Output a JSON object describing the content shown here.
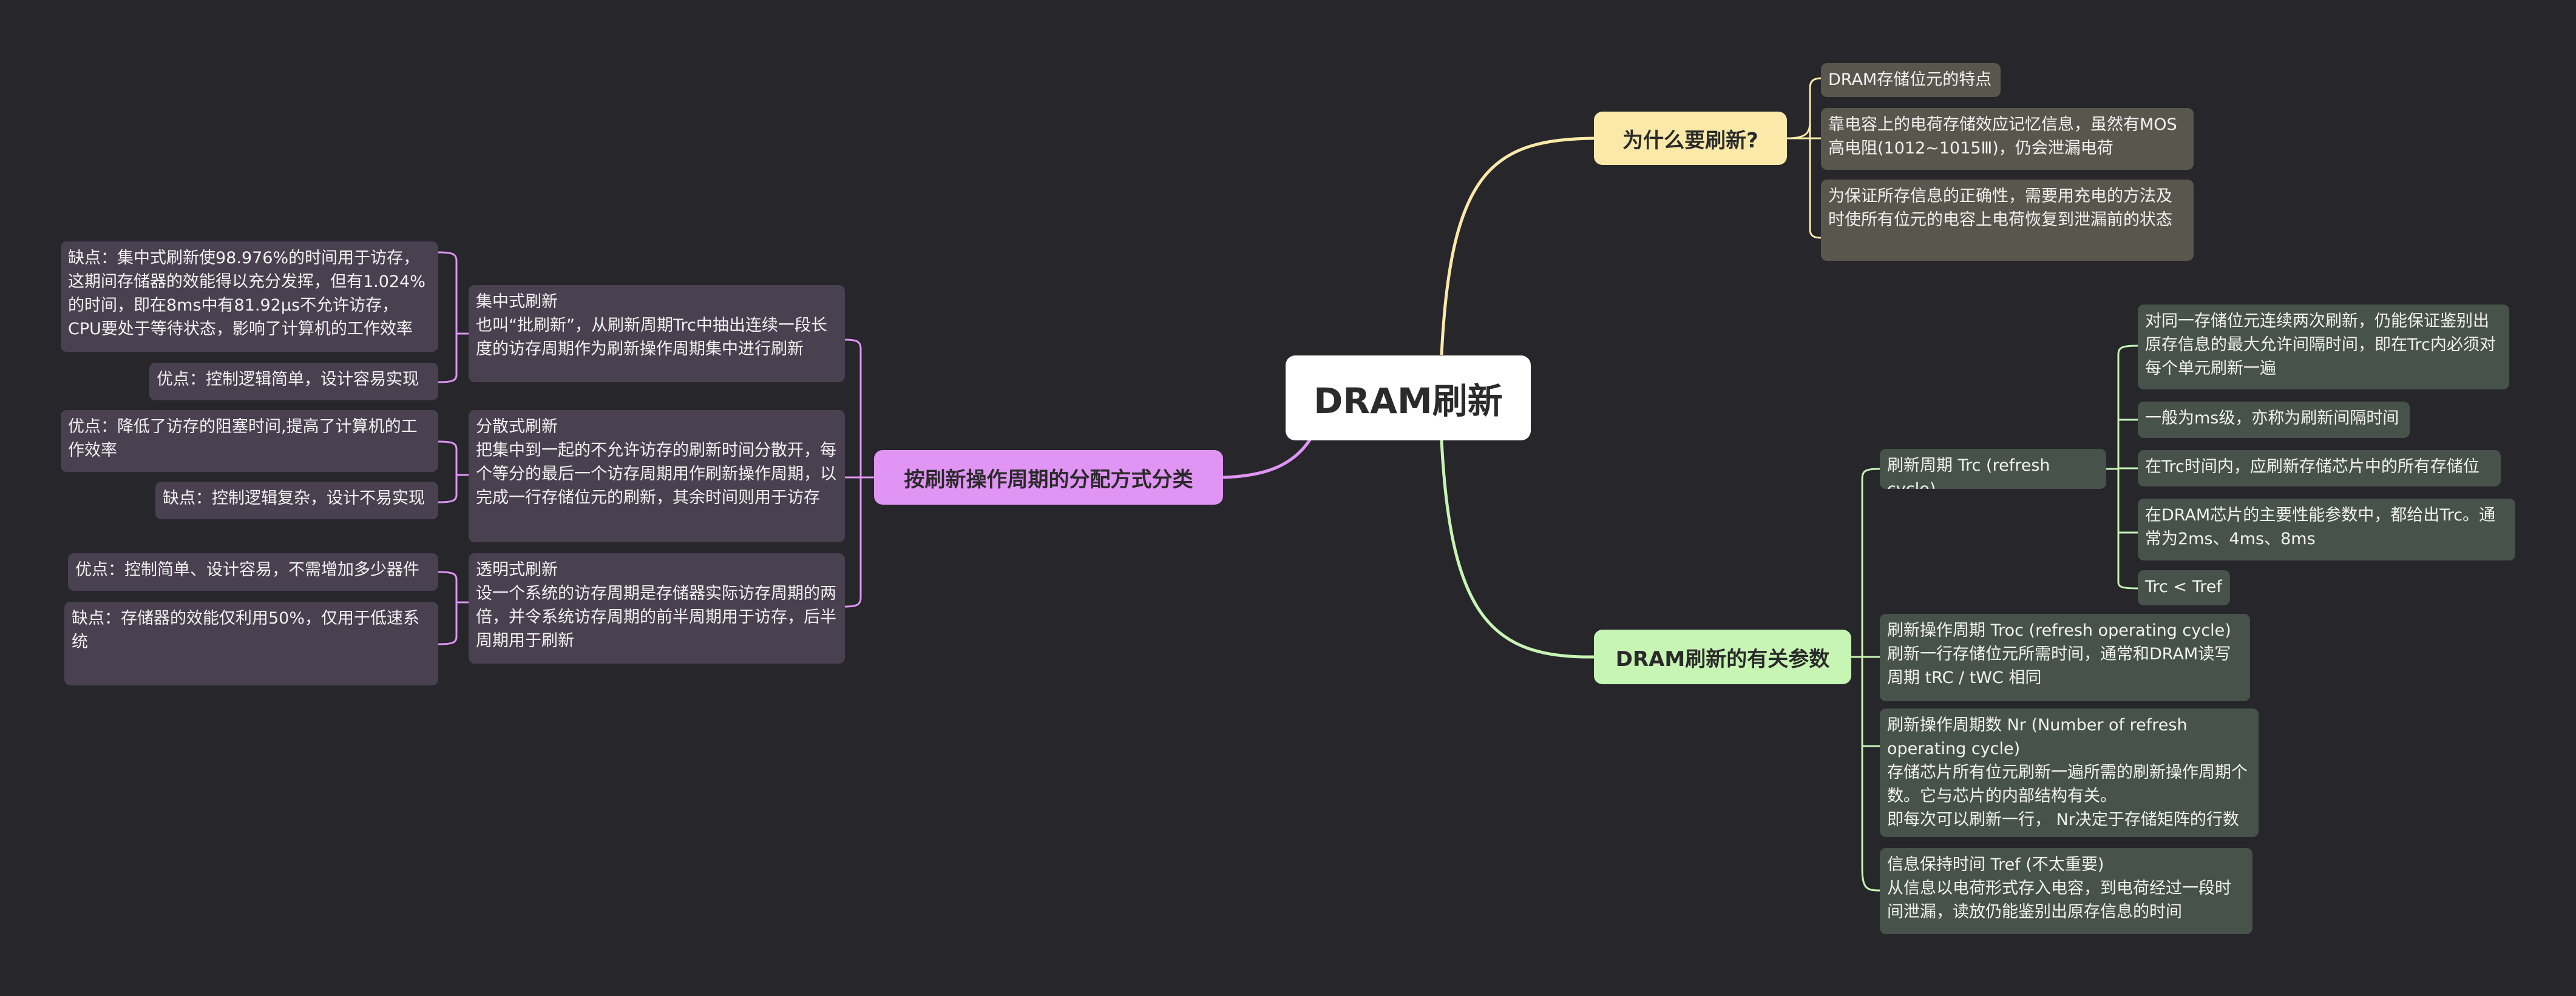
{
  "central": "DRAM刷新",
  "colors": {
    "background": "#26262b",
    "yellow": "#fbe9a9",
    "green": "#c7f5b4",
    "purple": "#e094f3"
  },
  "why": {
    "title": "为什么要刷新?",
    "n1": "DRAM存储位元的特点",
    "n2": "靠电容上的电荷存储效应记忆信息，虽然有MOS高电阻(1012~1015Ⅲ)，仍会泄漏电荷",
    "n3": "为保证所存信息的正确性，需要用充电的方法及时使所有位元的电容上电荷恢复到泄漏前的状态"
  },
  "params": {
    "title": "DRAM刷新的有关参数",
    "trc": {
      "label": "刷新周期 Trc (refresh cycle)",
      "c1": "对同一存储位元连续两次刷新，仍能保证鉴别出原存信息的最大允许间隔时间，即在Trc内必须对每个单元刷新一遍",
      "c2": "一般为ms级，亦称为刷新间隔时间",
      "c3": "在Trc时间内，应刷新存储芯片中的所有存储位",
      "c4": "在DRAM芯片的主要性能参数中，都给出Trc。通常为2ms、4ms、8ms",
      "c5": "Trc < Tref"
    },
    "troc": {
      "title": "刷新操作周期 Troc (refresh operating cycle)",
      "body": "刷新一行存储位元所需时间，通常和DRAM读写周期 tRC / tWC 相同"
    },
    "nr": {
      "title": "刷新操作周期数 Nr (Number of refresh operating cycle)",
      "body": "存储芯片所有位元刷新一遍所需的刷新操作周期个数。它与芯片的内部结构有关。\n即每次可以刷新一行， Nr决定于存储矩阵的行数"
    },
    "tref": {
      "title": "信息保持时间 Tref (不太重要)",
      "body": "从信息以电荷形式存入电容，到电荷经过一段时间泄漏，读放仍能鉴别出原存信息的时间"
    }
  },
  "modes": {
    "title": "按刷新操作周期的分配方式分类",
    "centralized": {
      "title": "集中式刷新",
      "body": "也叫“批刷新”，从刷新周期Trc中抽出连续一段长度的访存周期作为刷新操作周期集中进行刷新",
      "con": "缺点：集中式刷新使98.976%的时间用于访存，这期间存储器的效能得以充分发挥，但有1.024%的时间，即在8ms中有81.92μs不允许访存，CPU要处于等待状态，影响了计算机的工作效率",
      "pro": "优点：控制逻辑简单，设计容易实现"
    },
    "distributed": {
      "title": "分散式刷新",
      "body": "把集中到一起的不允许访存的刷新时间分散开，每个等分的最后一个访存周期用作刷新操作周期，以完成一行存储位元的刷新，其余时间则用于访存",
      "pro": "优点：降低了访存的阻塞时间,提高了计算机的工作效率",
      "con": "缺点：控制逻辑复杂，设计不易实现"
    },
    "transparent": {
      "title": "透明式刷新",
      "body": "设一个系统的访存周期是存储器实际访存周期的两倍，并令系统访存周期的前半周期用于访存，后半周期用于刷新",
      "pro": "优点：控制简单、设计容易，不需增加多少器件",
      "con": "缺点：存储器的效能仅利用50%，仅用于低速系统"
    }
  }
}
